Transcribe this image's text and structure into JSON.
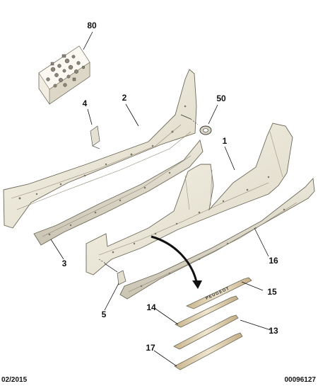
{
  "callouts": {
    "c80": "80",
    "c4": "4",
    "c2": "2",
    "c50": "50",
    "c1": "1",
    "c3": "3",
    "c16": "16",
    "c15": "15",
    "c5": "5",
    "c14": "14",
    "c13": "13",
    "c17": "17"
  },
  "emblem_text": "PEUGEOT",
  "footer": {
    "date": "02/2015",
    "reference": "00096127"
  }
}
